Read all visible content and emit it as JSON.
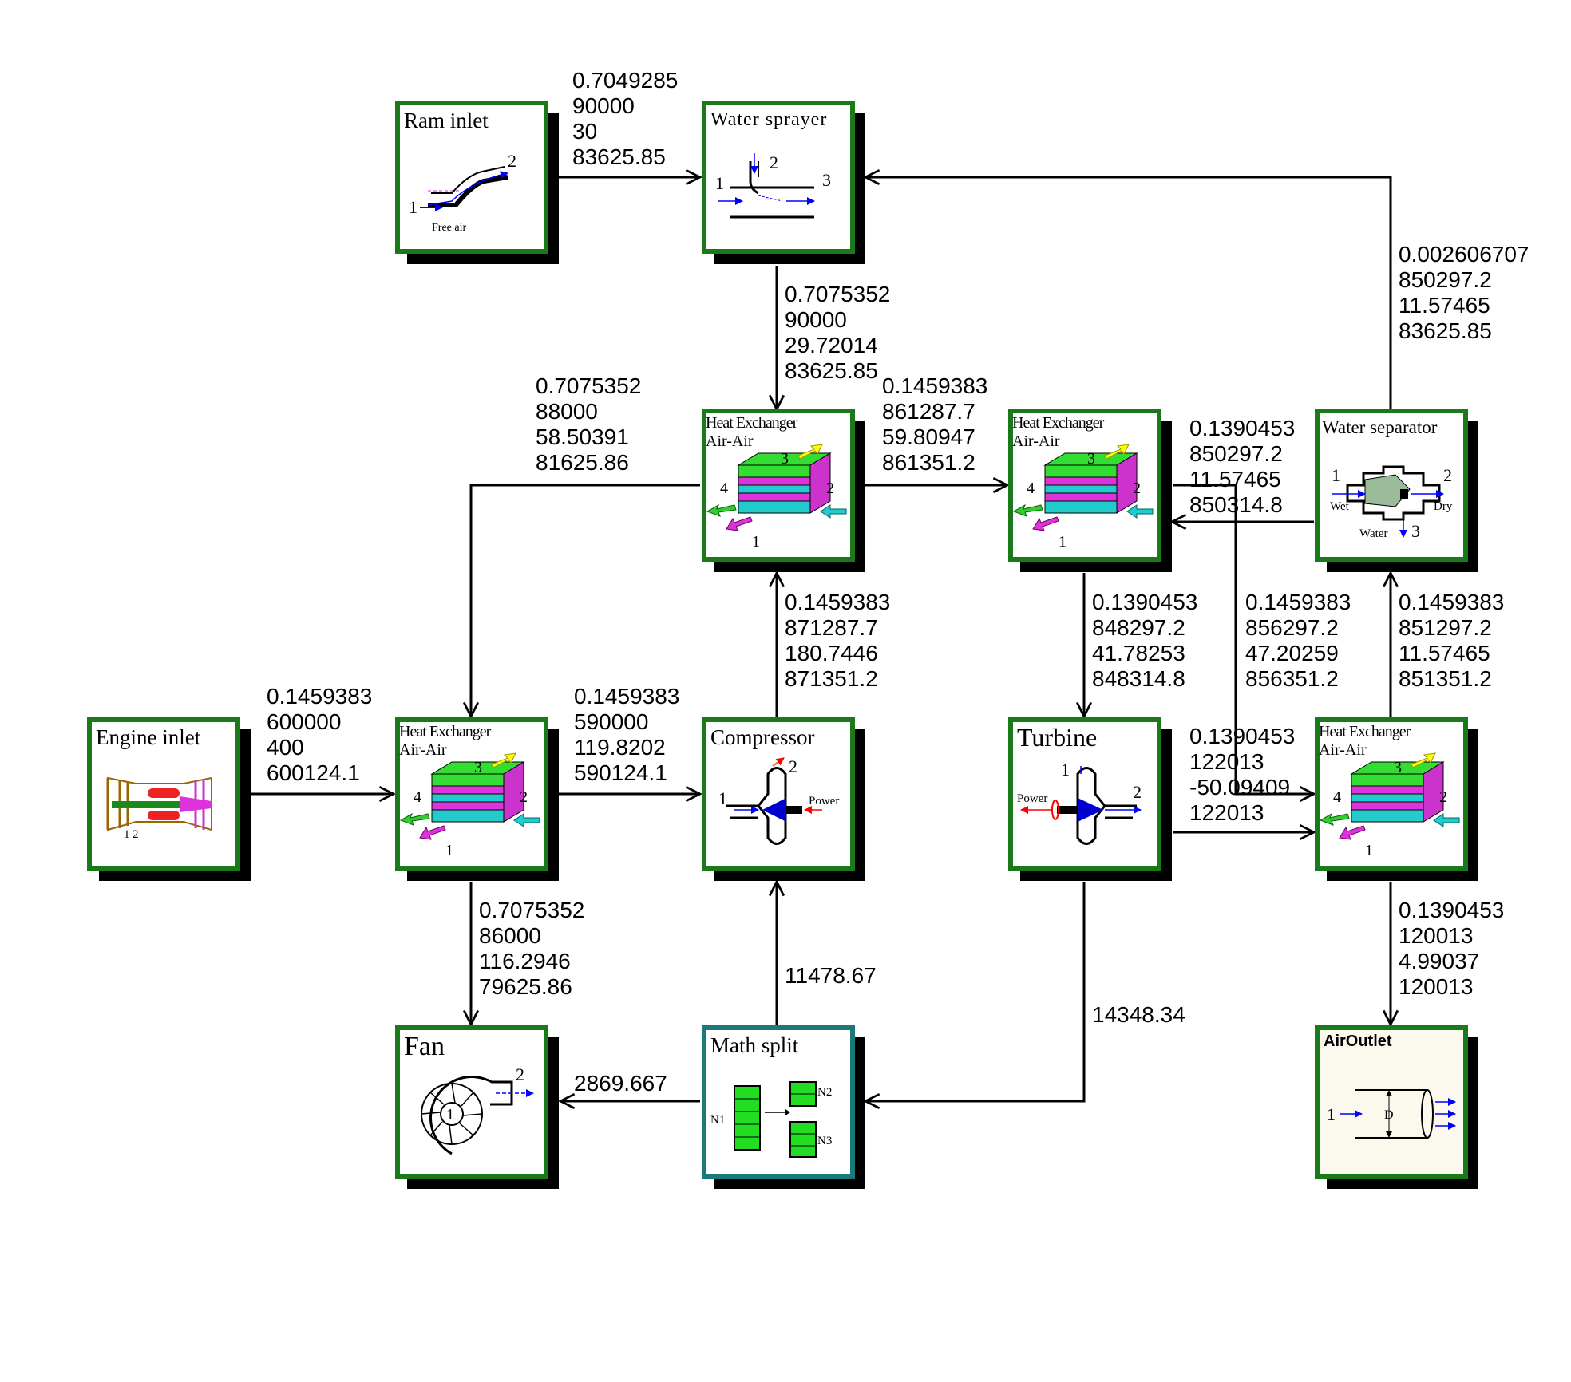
{
  "blocks": {
    "ram_inlet": {
      "title": "Ram inlet",
      "port1": "1",
      "port2": "2",
      "sub": "Free air"
    },
    "water_sprayer": {
      "title": "Water sprayer",
      "port1": "1",
      "port2": "2",
      "port3": "3"
    },
    "hx1": {
      "title1": "Heat Exchanger",
      "title2": "Air-Air",
      "p1": "1",
      "p2": "2",
      "p3": "3",
      "p4": "4"
    },
    "hx2": {
      "title1": "Heat Exchanger",
      "title2": "Air-Air",
      "p1": "1",
      "p2": "2",
      "p3": "3",
      "p4": "4"
    },
    "hx3": {
      "title1": "Heat Exchanger",
      "title2": "Air-Air",
      "p1": "1",
      "p2": "2",
      "p3": "3",
      "p4": "4"
    },
    "hx4": {
      "title1": "Heat Exchanger",
      "title2": "Air-Air",
      "p1": "1",
      "p2": "2",
      "p3": "3",
      "p4": "4"
    },
    "water_separator": {
      "title": "Water separator",
      "p1": "1",
      "p2": "2",
      "p3": "3",
      "wet": "Wet",
      "dry": "Dry",
      "water": "Water"
    },
    "engine_inlet": {
      "title": "Engine inlet",
      "p1": "1",
      "p2": "2"
    },
    "compressor": {
      "title": "Compressor",
      "p1": "1",
      "p2": "2",
      "power": "Power"
    },
    "turbine": {
      "title": "Turbine",
      "p1": "1",
      "p2": "2",
      "power": "Power"
    },
    "fan": {
      "title": "Fan",
      "p1": "1",
      "p2": "2"
    },
    "math_split": {
      "title": "Math split",
      "n1": "N1",
      "n2": "N2",
      "n3": "N3"
    },
    "air_outlet": {
      "title": "AirOutlet",
      "p1": "1",
      "d": "D"
    }
  },
  "streams": {
    "ram_to_sprayer": [
      "0.7049285",
      "90000",
      "30",
      "83625.85"
    ],
    "sprayer_to_hx2": [
      "0.7075352",
      "90000",
      "29.72014",
      "83625.85"
    ],
    "hx2_to_hx1": [
      "0.7075352",
      "88000",
      "58.50391",
      "81625.86"
    ],
    "hx2_to_hx3": [
      "0.1459383",
      "861287.7",
      "59.80947",
      "861351.2"
    ],
    "hx3_out": [
      "0.1390453",
      "850297.2",
      "11.57465",
      "850314.8"
    ],
    "separator_to_sprayer": [
      "0.002606707",
      "850297.2",
      "11.57465",
      "83625.85"
    ],
    "compressor_to_hx2": [
      "0.1459383",
      "871287.7",
      "180.7446",
      "871351.2"
    ],
    "hx3_to_turbine": [
      "0.1390453",
      "848297.2",
      "41.78253",
      "848314.8"
    ],
    "cross_to_hx4": [
      "0.1459383",
      "856297.2",
      "47.20259",
      "856351.2"
    ],
    "hx4_to_separator": [
      "0.1459383",
      "851297.2",
      "11.57465",
      "851351.2"
    ],
    "engine_to_hx1": [
      "0.1459383",
      "600000",
      "400",
      "600124.1"
    ],
    "hx1_to_compressor": [
      "0.1459383",
      "590000",
      "119.8202",
      "590124.1"
    ],
    "turbine_to_hx4": [
      "0.1390453",
      "122013",
      "-50.09409",
      "122013"
    ],
    "hx1_to_fan": [
      "0.7075352",
      "86000",
      "116.2946",
      "79625.86"
    ],
    "split_to_compressor": [
      "11478.67"
    ],
    "turbine_to_split": [
      "14348.34"
    ],
    "split_to_fan": [
      "2869.667"
    ],
    "hx4_to_outlet": [
      "0.1390453",
      "120013",
      "4.99037",
      "120013"
    ]
  },
  "colors": {
    "block_border": "#1a7a1a",
    "split_border": "#1a7a7a",
    "shadow": "#000000",
    "outlet_fill": "#fbf8ee"
  }
}
